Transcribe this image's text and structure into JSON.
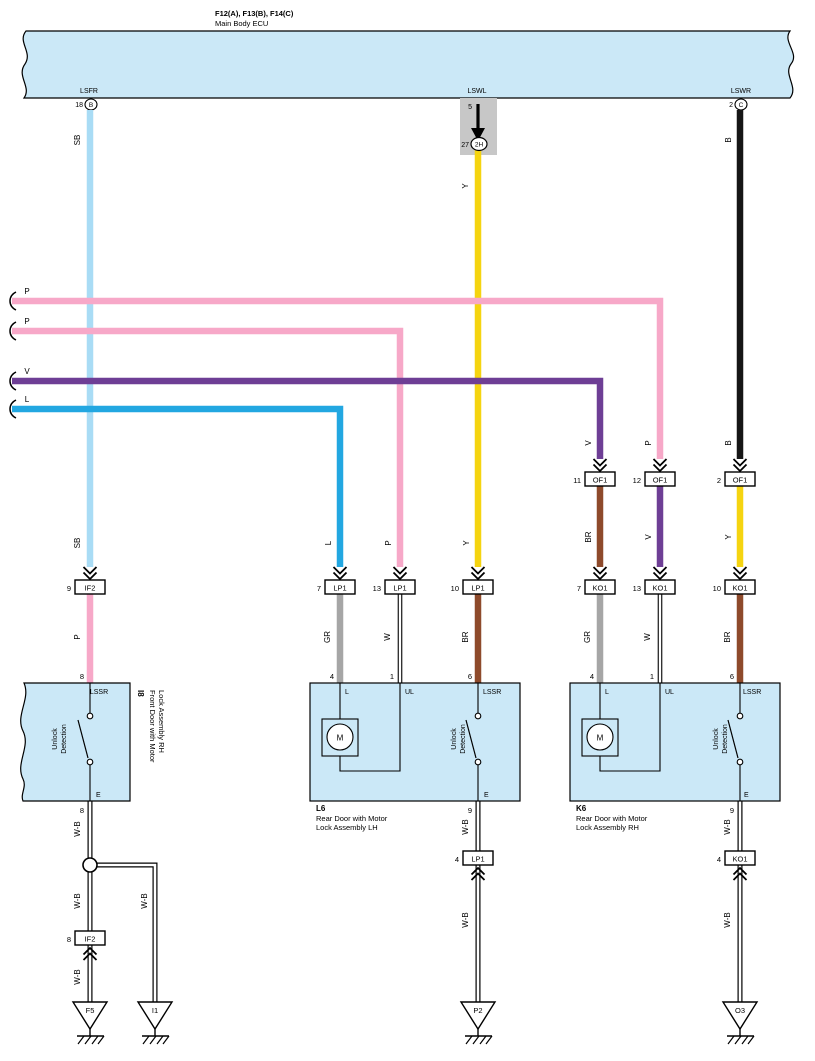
{
  "colors": {
    "band_fill": "#cbe8f7",
    "gray_box": "#c7c7c7",
    "wire_sb": "#a9dcf5",
    "wire_y": "#f5d410",
    "wire_b": "#161616",
    "wire_p": "#f7a8c8",
    "wire_v": "#6e3e95",
    "wire_l": "#22a7e1",
    "wire_br": "#8e4a2b",
    "wire_gr": "#a6a6a6"
  },
  "header": {
    "title": "F12(A), F13(B), F14(C)",
    "subtitle": "Main Body ECU"
  },
  "ecu_pins": {
    "lsfr": {
      "label": "LSFR",
      "pin": "18",
      "conn": "B"
    },
    "lswl": {
      "label": "LSWL",
      "pin": "5"
    },
    "lswr": {
      "label": "LSWR",
      "pin": "2",
      "conn": "C"
    }
  },
  "inline_junction": {
    "pin": "27",
    "code": "2H"
  },
  "labels": {
    "sb": "SB",
    "y": "Y",
    "b": "B",
    "p": "P",
    "v": "V",
    "l": "L",
    "br": "BR",
    "gr": "GR",
    "w": "W",
    "wb": "W-B"
  },
  "connectors": {
    "of1_11": {
      "pin": "11",
      "code": "OF1"
    },
    "of1_12": {
      "pin": "12",
      "code": "OF1"
    },
    "of1_2": {
      "pin": "2",
      "code": "OF1"
    },
    "if2_9": {
      "pin": "9",
      "code": "IF2"
    },
    "lp1_7": {
      "pin": "7",
      "code": "LP1"
    },
    "lp1_13": {
      "pin": "13",
      "code": "LP1"
    },
    "lp1_10": {
      "pin": "10",
      "code": "LP1"
    },
    "ko1_7": {
      "pin": "7",
      "code": "KO1"
    },
    "ko1_13": {
      "pin": "13",
      "code": "KO1"
    },
    "ko1_10": {
      "pin": "10",
      "code": "KO1"
    },
    "lp1_4": {
      "pin": "4",
      "code": "LP1"
    },
    "if2_8": {
      "pin": "8",
      "code": "IF2"
    },
    "ko1_4": {
      "pin": "4",
      "code": "KO1"
    }
  },
  "terminals": {
    "l": "L",
    "ul": "UL",
    "lssr": "LSSR",
    "e": "E"
  },
  "switch": {
    "l1": "Unlock",
    "l2": "Detection"
  },
  "motor": "M",
  "components": {
    "i8": {
      "code": "I8",
      "name1": "Front Door with Motor",
      "name2": "Lock Assembly RH",
      "pin_top": "8",
      "pin_e": "8"
    },
    "l6": {
      "code": "L6",
      "name1": "Rear Door with Motor",
      "name2": "Lock Assembly LH",
      "pin_l": "4",
      "pin_ul": "1",
      "pin_lssr": "6",
      "pin_e": "9"
    },
    "k6": {
      "code": "K6",
      "name1": "Rear Door with Motor",
      "name2": "Lock Assembly RH",
      "pin_l": "4",
      "pin_ul": "1",
      "pin_lssr": "6",
      "pin_e": "9"
    }
  },
  "grounds": {
    "f5": "F5",
    "i1": "I1",
    "p2": "P2",
    "o3": "O3"
  }
}
